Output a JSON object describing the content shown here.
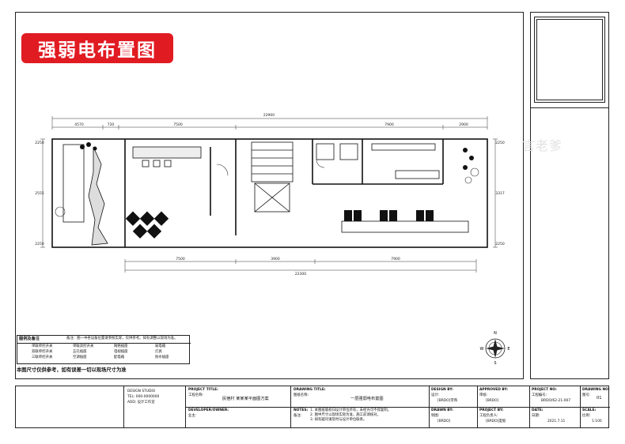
{
  "badge": {
    "title": "强弱电布置图"
  },
  "watermark": "言老爹",
  "dimensions": {
    "overall_top": "22900",
    "overall_bottom": "22300",
    "top_segments": [
      "4570",
      "720",
      "7500",
      "7900",
      "2900"
    ],
    "bottom_segments": [
      "7500",
      "3900",
      "7900"
    ],
    "left_segments": [
      "2250",
      "2555",
      "2250"
    ],
    "right_segments": [
      "2250",
      "3317",
      "2250"
    ]
  },
  "north": {
    "n": "N",
    "s": "S",
    "e": "E",
    "w": "W"
  },
  "legend": {
    "header": "图例及备注",
    "remark": "备注：图一中各设备位置请参照实际，仅供参考。如有调整以现场为准。",
    "items": [
      "单联单控开关",
      "双联单控开关",
      "三联单控开关",
      "单联双控开关",
      "五孔插座",
      "空调插座",
      "网络插座",
      "电视插座",
      "配电箱",
      "弱电箱",
      "灯具",
      "防水插座"
    ]
  },
  "note": "本图尺寸仅供参考，如有误差一切以现场尺寸为准",
  "title_block": {
    "company_lines": [
      "DESIGN STUDIO",
      "TEL: 000-0000000",
      "ADD: 设计工作室"
    ],
    "project_title_label": "PROJECT TITLE:",
    "project_name_label": "工程名称:",
    "project_name": "民宿村 某某某平面图方案",
    "developer_label": "DEVELOPER/OWNER:",
    "owner_label": "业主:",
    "drawing_title_label": "DRAWING TITLE:",
    "drawing_name_label": "图纸名称:",
    "drawing_name": "一层强弱电布置图",
    "notes_label": "NOTES:",
    "notes_cn": "备注:",
    "notes": [
      "1. 本图纸版权归设计单位所有，未经许可不得复制。",
      "2. 图中尺寸以现场实际为准，施工前请核对。",
      "3. 如有疑问请及时与设计单位联系。"
    ],
    "design_by_label": "DESIGN BY:",
    "design_cn": "设计:",
    "design_value": "[BRDO]李燕",
    "drawn_by_label": "DRAWN BY:",
    "drawn_cn": "制图:",
    "drawn_value": "[BRDO]",
    "approved_by_label": "APPROVED BY:",
    "approved_cn": "审核:",
    "approved_value": "[BRDO]",
    "project_by_label": "PROJECT BY:",
    "project_cn": "工程负责人:",
    "project_value": "[BRDO]度假",
    "project_no_label": "PROJECT NO:",
    "project_no_cn": "工程编号:",
    "project_no_value": "BRDO/62-21-007",
    "date_label": "DATE:",
    "date_cn": "日期:",
    "date_value": "2021.7.11",
    "drawing_no_label": "DRAWING NO:",
    "drawing_no_cn": "图号:",
    "drawing_no_value": "01",
    "scale_label": "SCALE:",
    "scale_cn": "比例:",
    "scale_value": "1:100"
  }
}
